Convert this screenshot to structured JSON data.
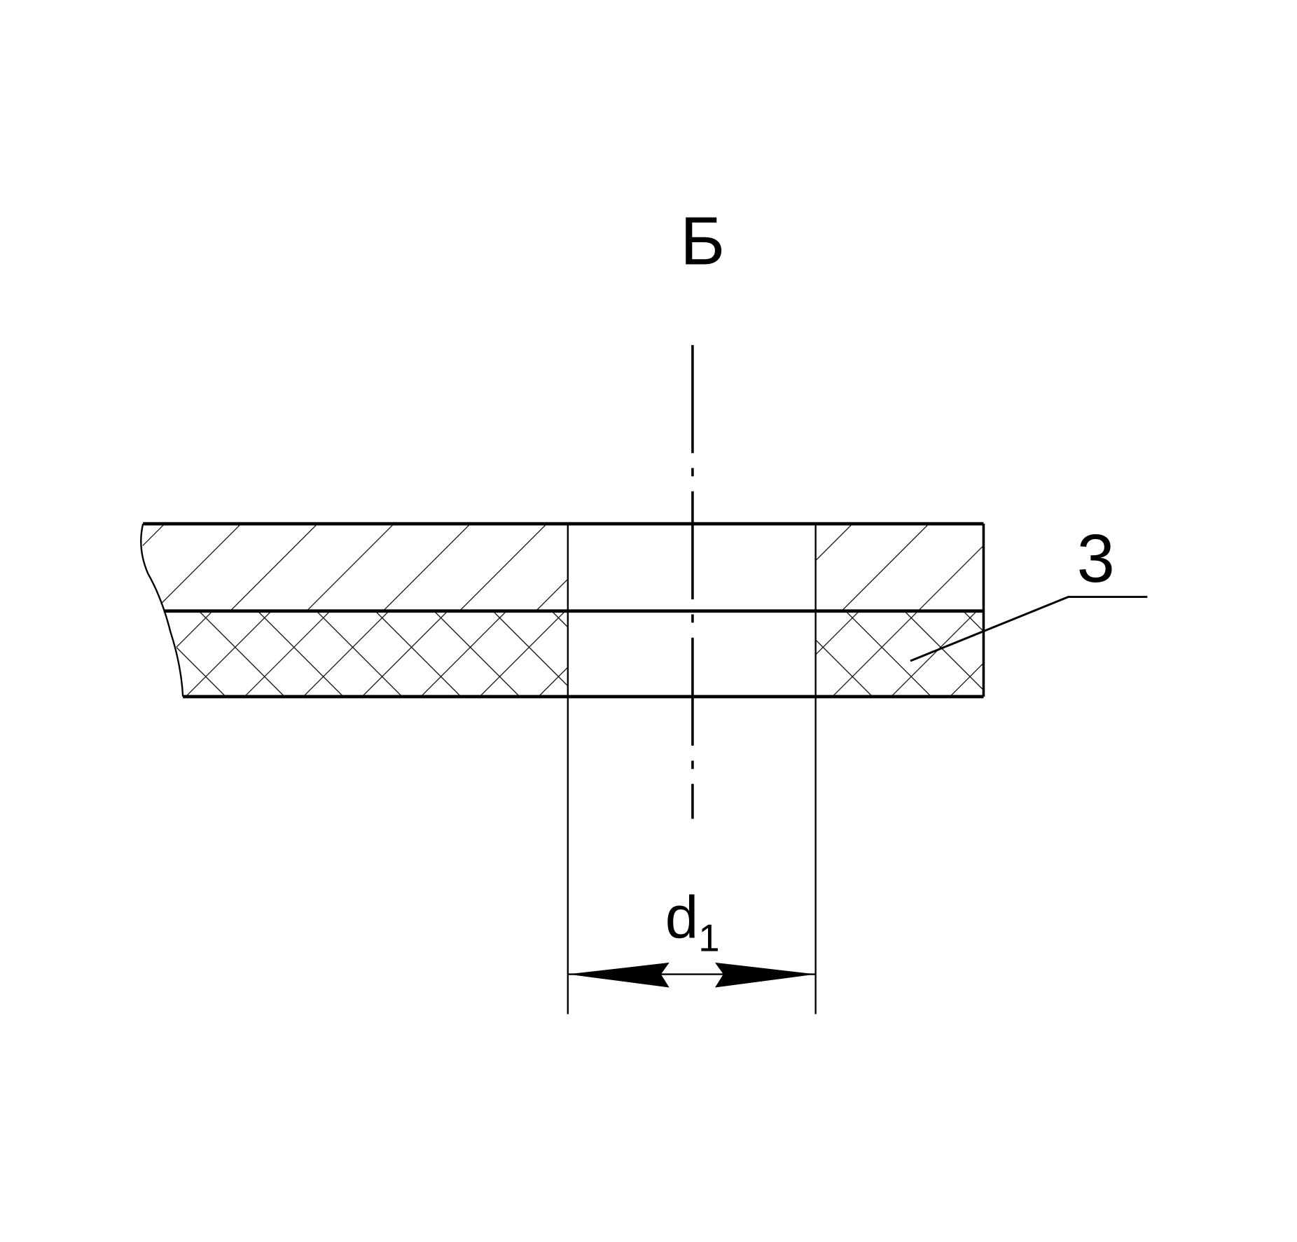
{
  "labels": {
    "section_letter": "Б",
    "part_number": "3",
    "dimension_main": "d",
    "dimension_sub": "1"
  },
  "colors": {
    "line": "#000000",
    "background": "#ffffff"
  }
}
